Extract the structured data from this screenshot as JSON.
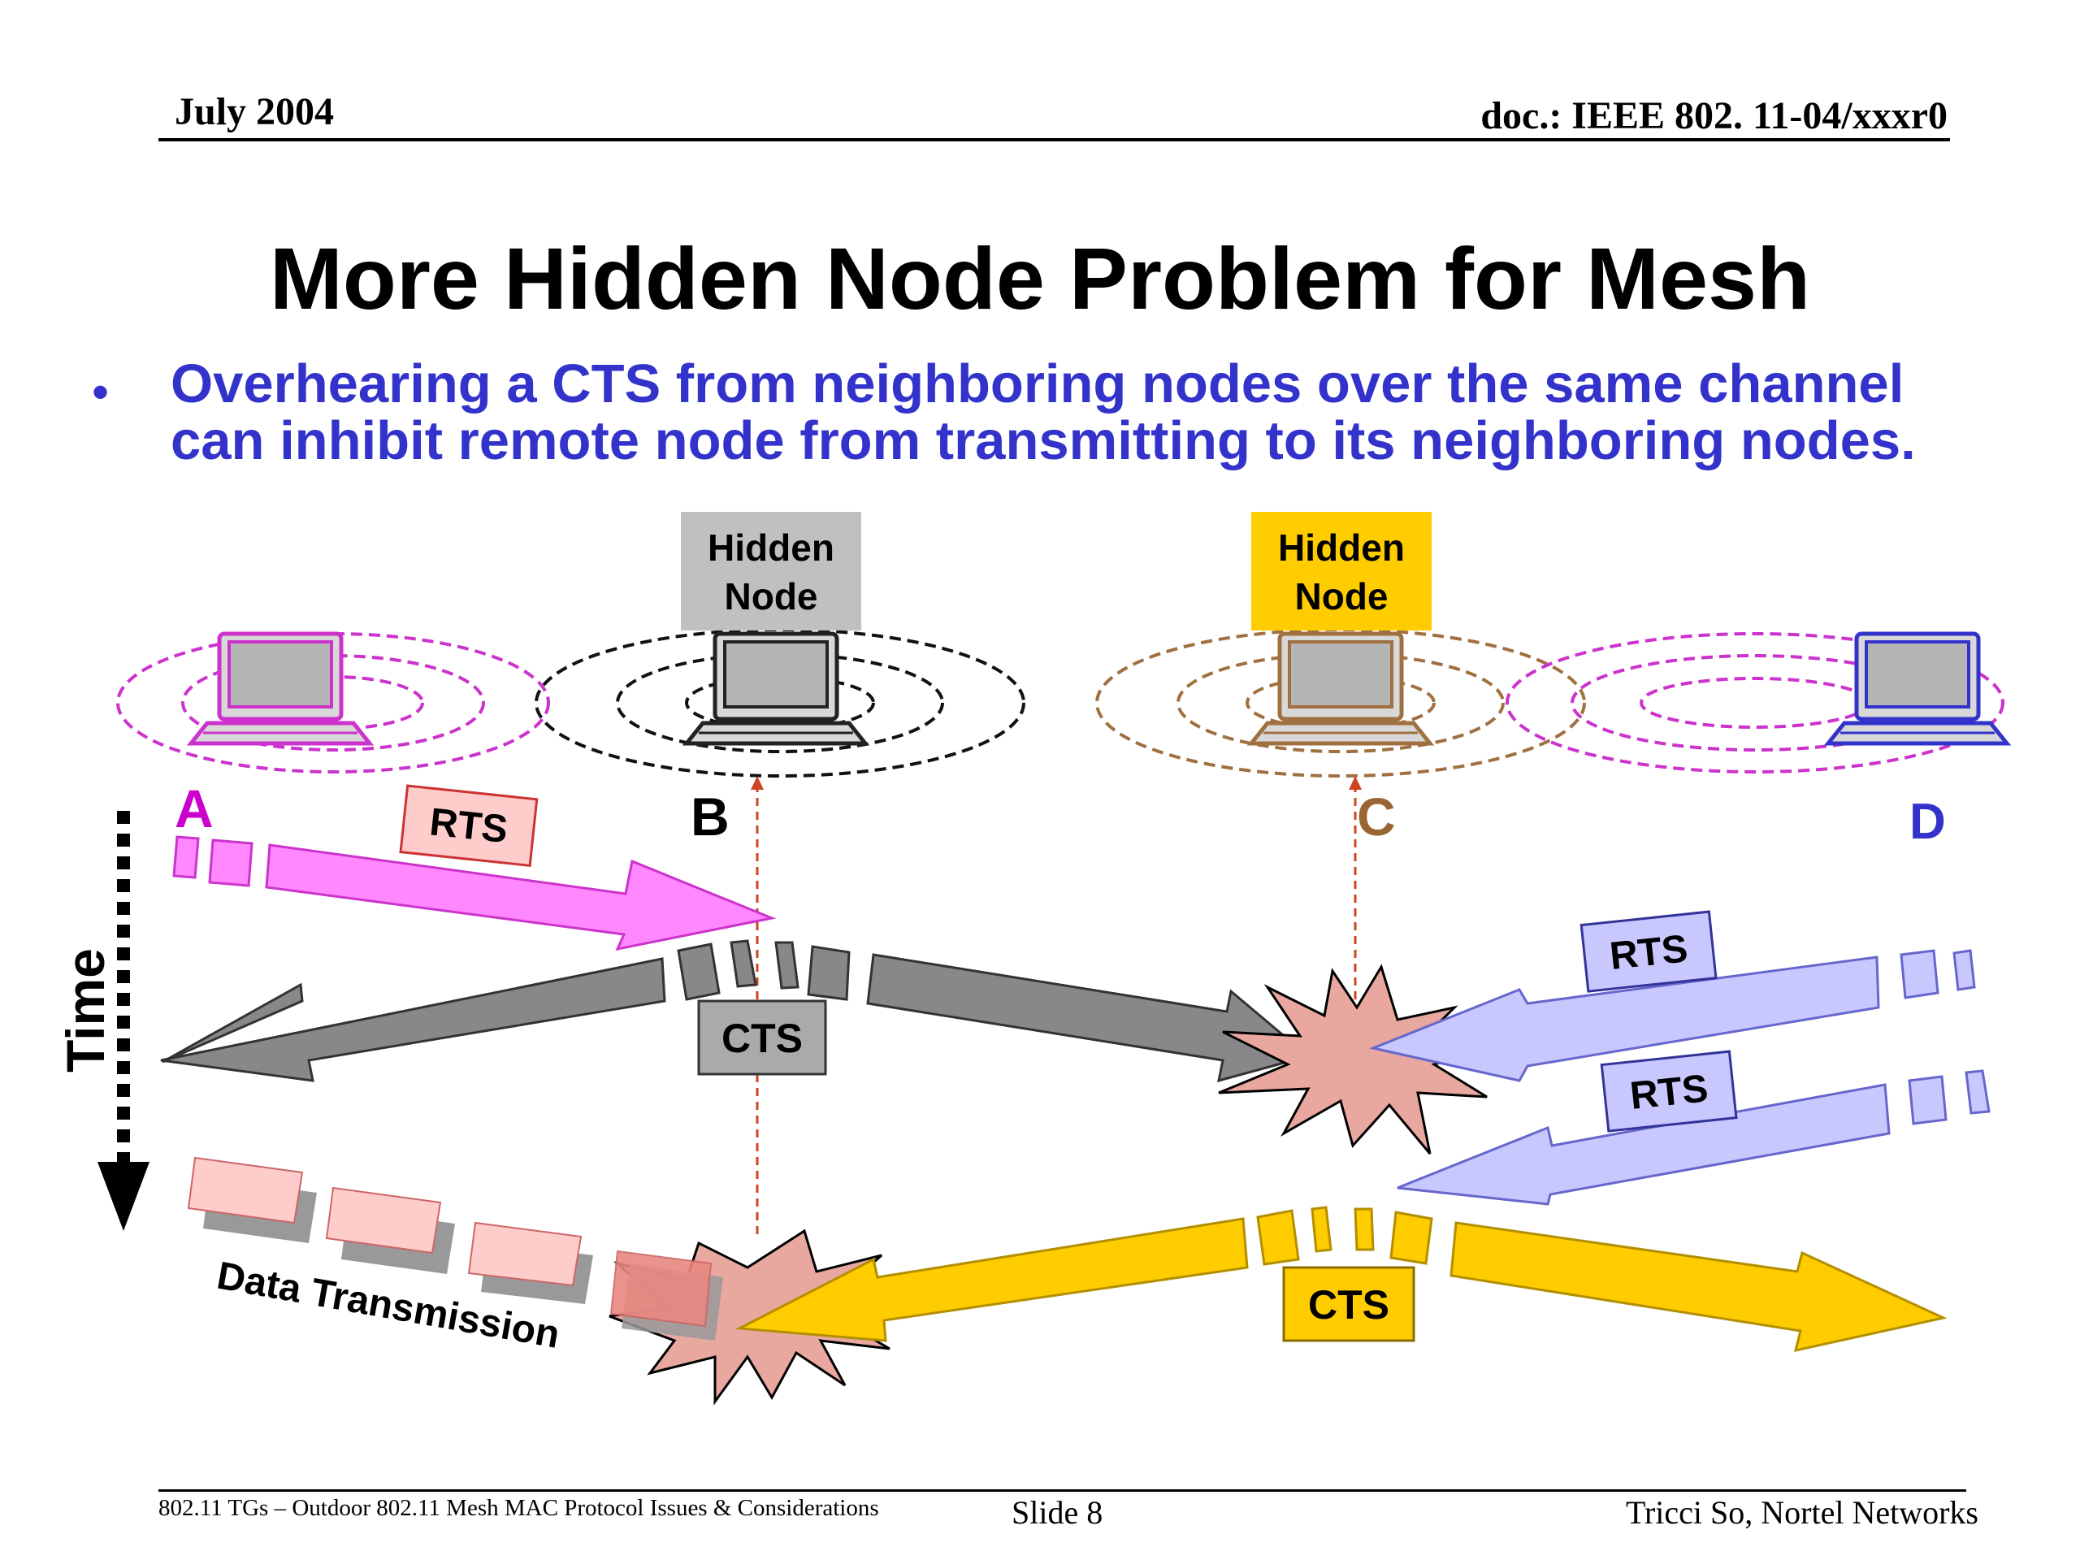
{
  "header": {
    "date": "July 2004",
    "doc": "doc.: IEEE 802. 11-04/xxxr0"
  },
  "title": "More Hidden Node Problem for Mesh",
  "bullet": "Overhearing a CTS from neighboring nodes over the same channel can inhibit remote node from transmitting to its neighboring nodes.",
  "diagram": {
    "hidden_node_label_line1": "Hidden",
    "hidden_node_label_line2": "Node",
    "nodes": [
      {
        "name": "A",
        "color": "#cc00cc"
      },
      {
        "name": "B",
        "color": "#000000"
      },
      {
        "name": "C",
        "color": "#996633"
      },
      {
        "name": "D",
        "color": "#3333cc"
      }
    ],
    "messages": {
      "rts_a": "RTS",
      "cts_b": "CTS",
      "rts_d1": "RTS",
      "rts_d2": "RTS",
      "cts_c": "CTS"
    },
    "time_label": "Time",
    "data_label": "Data Transmission",
    "colors": {
      "rts_a": "#ff88ff",
      "cts_b": "#888888",
      "rts_d": "#c8c8ff",
      "cts_c": "#ffcc00",
      "hidden_b": "#c0c0c0",
      "hidden_c": "#ffcc00",
      "collision": "#e8a8a0",
      "data_block": "#ffcccc"
    }
  },
  "footer": {
    "left": "802.11 TGs – Outdoor 802.11 Mesh MAC Protocol Issues & Considerations",
    "slide": "Slide 8",
    "right": "Tricci So, Nortel Networks"
  }
}
